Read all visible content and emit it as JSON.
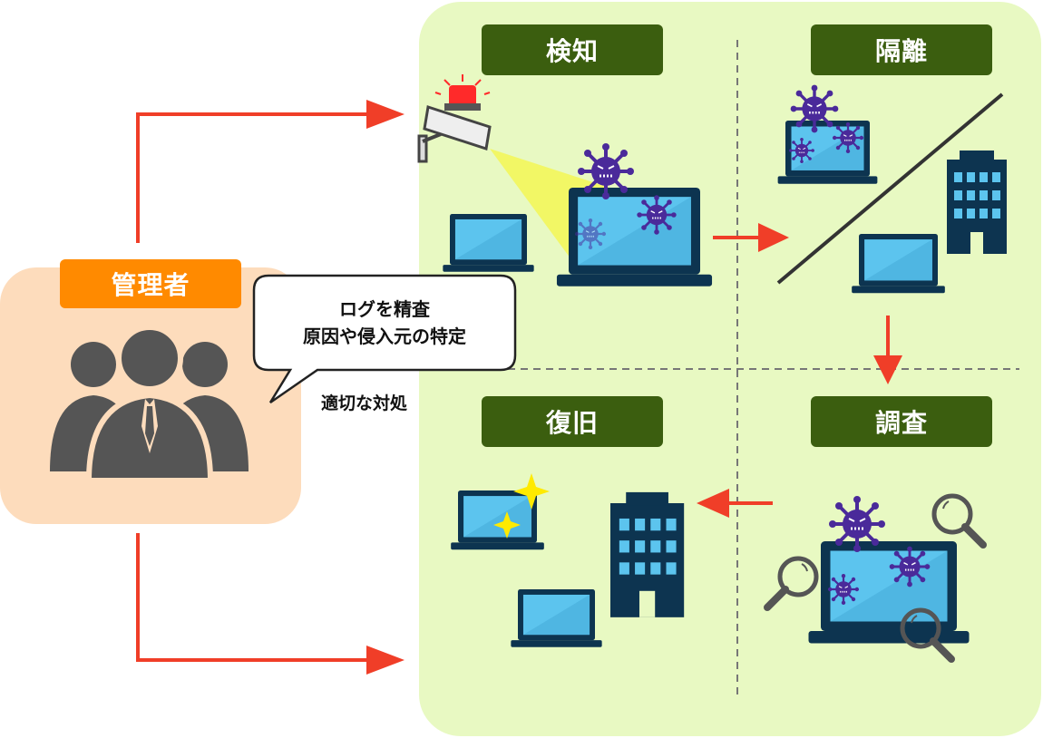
{
  "stages": {
    "detect": "検知",
    "isolate": "隔離",
    "recover": "復旧",
    "investigate": "調査"
  },
  "admin": {
    "label": "管理者"
  },
  "bubble": {
    "line1": "ログを精査",
    "line2": "原因や侵入元の特定"
  },
  "note": "適切な対処",
  "colors": {
    "panel": "#e8f9c2",
    "stage_pill": "#3b5e0f",
    "admin_pill": "#ff8a00",
    "admin_bg": "#fddcbc",
    "arrow": "#f03e28",
    "device": "#0d3450",
    "screen": "#5cc4ee",
    "virus": "#4a2a9a"
  }
}
